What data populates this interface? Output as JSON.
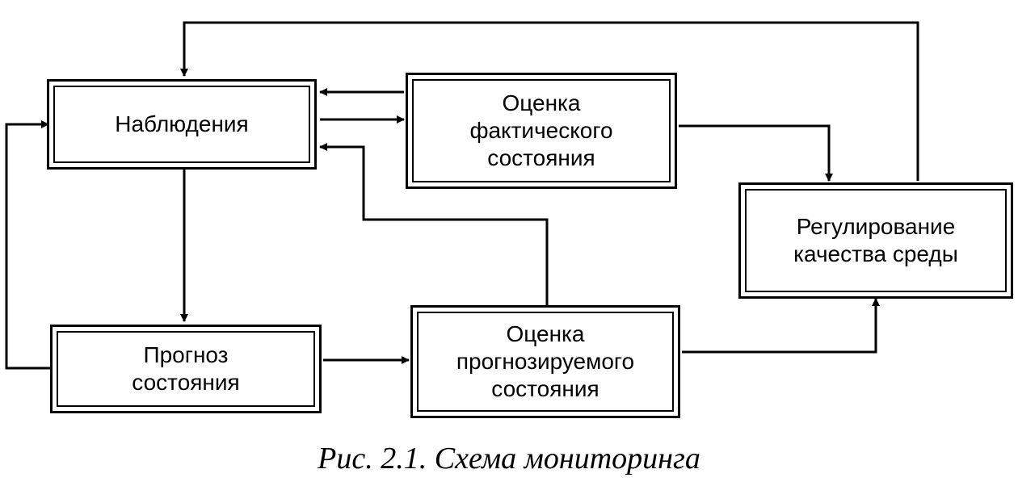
{
  "diagram": {
    "nodes": {
      "observations": "Наблюдения",
      "actual_assessment": "Оценка\nфактического\nсостояния",
      "regulation": "Регулирование\nкачества среды",
      "forecast": "Прогноз\nсостояния",
      "forecast_assessment": "Оценка\nпрогнозируемого\nсостояния"
    },
    "caption": "Рис. 2.1. Схема мониторинга"
  }
}
